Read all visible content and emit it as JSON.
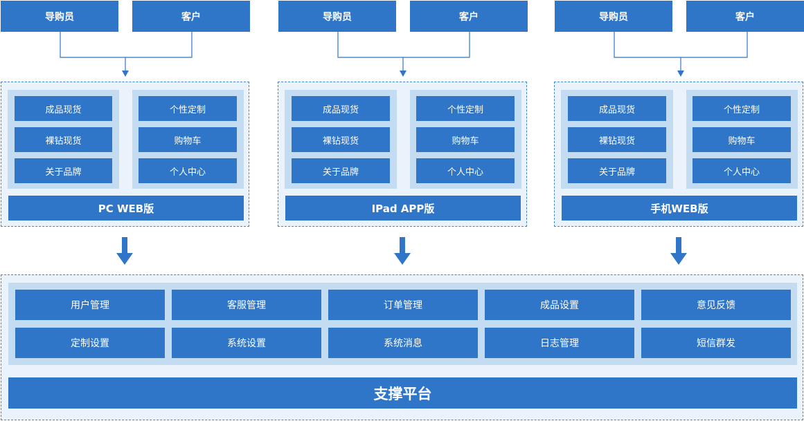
{
  "platforms": [
    {
      "roles": [
        "导购员",
        "客户"
      ],
      "left_menu": [
        "成品现货",
        "裸钻现货",
        "关于品牌"
      ],
      "right_menu": [
        "个性定制",
        "购物车",
        "个人中心"
      ],
      "title": "PC WEB版"
    },
    {
      "roles": [
        "导购员",
        "客户"
      ],
      "left_menu": [
        "成品现货",
        "裸钻现货",
        "关于品牌"
      ],
      "right_menu": [
        "个性定制",
        "购物车",
        "个人中心"
      ],
      "title": "IPad APP版"
    },
    {
      "roles": [
        "导购员",
        "客户"
      ],
      "left_menu": [
        "成品现货",
        "裸钻现货",
        "关于品牌"
      ],
      "right_menu": [
        "个性定制",
        "购物车",
        "个人中心"
      ],
      "title": "手机WEB版"
    }
  ],
  "support": {
    "modules": [
      [
        "用户管理",
        "客服管理",
        "订单管理",
        "成品设置",
        "意见反馈"
      ],
      [
        "定制设置",
        "系统设置",
        "系统消息",
        "日志管理",
        "短信群发"
      ]
    ],
    "title": "支撑平台"
  },
  "colors": {
    "primary": "#2f76c8",
    "pale_panel": "#c4dcf2",
    "dashed_panel_bg": "#eaf3fc",
    "dashed_border": "#3f85cf"
  }
}
